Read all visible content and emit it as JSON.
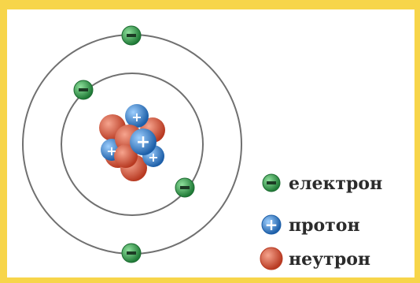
{
  "colors": {
    "border": "#f7d54a",
    "background": "#ffffff",
    "orbit": "#666666",
    "electron": "#2e9e4a",
    "proton": "#2f7fd0",
    "neutron": "#d9583e"
  },
  "legend": [
    {
      "kind": "electron",
      "label": "електрон",
      "symbol": "−"
    },
    {
      "kind": "proton",
      "label": "протон",
      "symbol": "+"
    },
    {
      "kind": "neutron",
      "label": "неутрон",
      "symbol": ""
    }
  ]
}
